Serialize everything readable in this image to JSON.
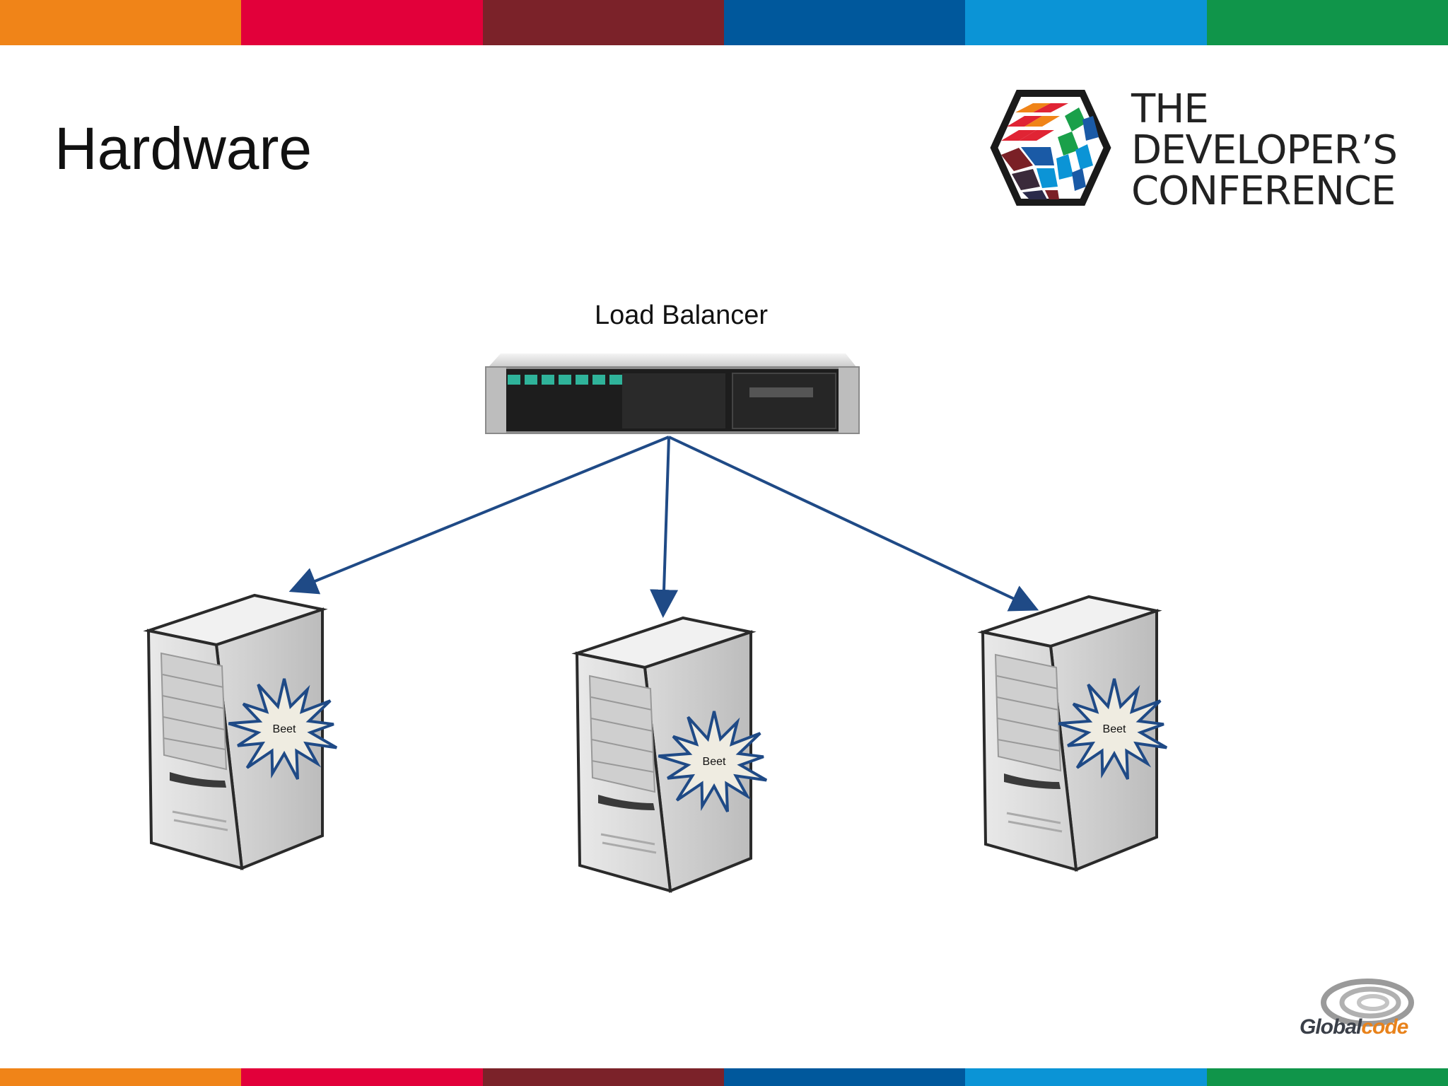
{
  "slide": {
    "title": "Hardware"
  },
  "conference_logo": {
    "line1": "THE",
    "line2": "DEVELOPER’S",
    "line3": "CONFERENCE",
    "colors": [
      "#e02434",
      "#f08418",
      "#1aa04a",
      "#0b94d6",
      "#1a5aa6",
      "#7a2026",
      "#3a2a3a",
      "#2a2a4a"
    ]
  },
  "diagram": {
    "load_balancer_label": "Load Balancer",
    "servers": [
      {
        "label": "Beet"
      },
      {
        "label": "Beet"
      },
      {
        "label": "Beet"
      }
    ],
    "arrow_color": "#1f4a86"
  },
  "stripe_colors": [
    "#f08418",
    "#e2003a",
    "#7b2229",
    "#00589c",
    "#0b94d6",
    "#10954a"
  ],
  "footer_logo": {
    "text_part1": "Global",
    "text_part2": "code"
  }
}
